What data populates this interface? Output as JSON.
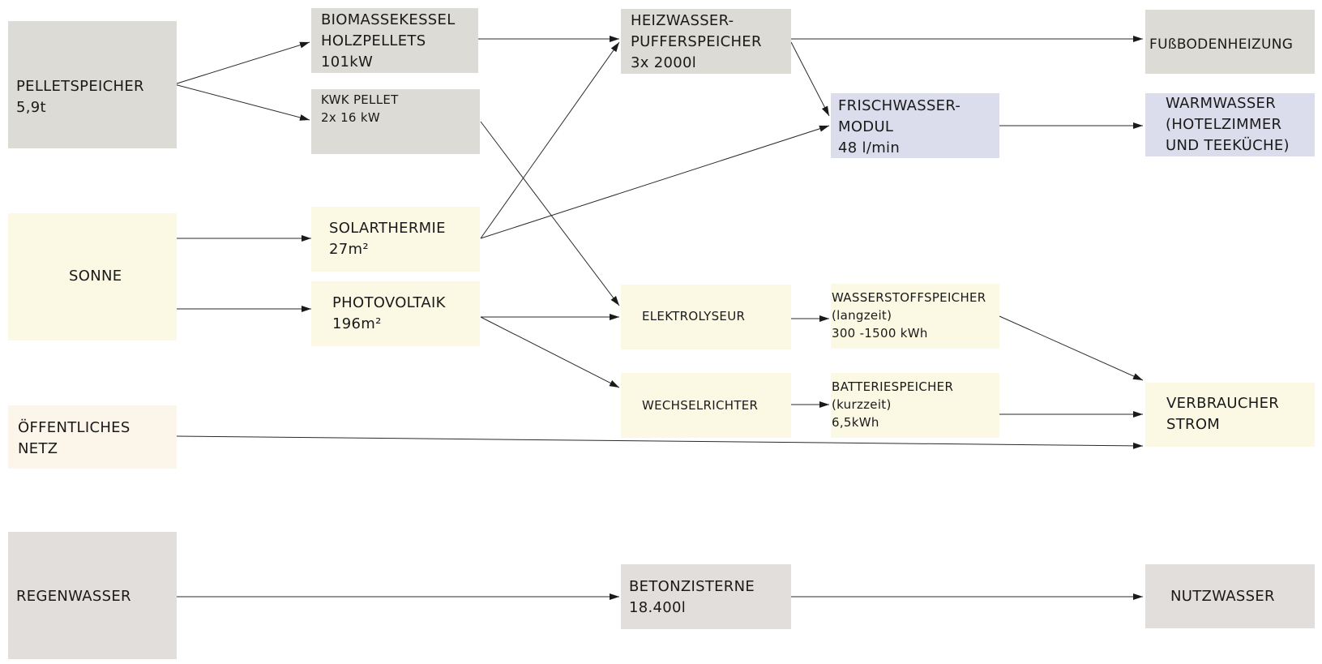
{
  "nodes": {
    "pelletspeicher": {
      "lines": [
        "PELLETSPEICHER",
        "5,9t"
      ]
    },
    "biomassekessel": {
      "lines": [
        "BIOMASSEKESSEL",
        "HOLZPELLETS",
        "101kW"
      ]
    },
    "kwk_pellet": {
      "lines": [
        "KWK PELLET",
        "2x 16 kW"
      ]
    },
    "pufferspeicher": {
      "lines": [
        "HEIZWASSER-",
        "PUFFERSPEICHER",
        "3x 2000l"
      ]
    },
    "fussbodenheizung": {
      "lines": [
        "FUßBODENHEIZUNG"
      ]
    },
    "frischwassermodul": {
      "lines": [
        "FRISCHWASSER-",
        "MODUL",
        "48 l/min"
      ]
    },
    "warmwasser": {
      "lines": [
        "WARMWASSER",
        "(HOTELZIMMER",
        "UND TEEKÜCHE)"
      ]
    },
    "sonne": {
      "lines": [
        "SONNE"
      ]
    },
    "solarthermie": {
      "lines": [
        "SOLARTHERMIE",
        "27m²"
      ]
    },
    "photovoltaik": {
      "lines": [
        "PHOTOVOLTAIK",
        "196m²"
      ]
    },
    "elektrolyseur": {
      "lines": [
        "ELEKTROLYSEUR"
      ]
    },
    "wasserstoffspeicher": {
      "lines": [
        "WASSERSTOFFSPEICHER",
        "(langzeit)",
        "300 -1500 kWh"
      ]
    },
    "wechselrichter": {
      "lines": [
        "WECHSELRICHTER"
      ]
    },
    "batteriespeicher": {
      "lines": [
        "BATTERIESPEICHER",
        "(kurzzeit)",
        "6,5kWh"
      ]
    },
    "verbraucher_strom": {
      "lines": [
        "VERBRAUCHER",
        "STROM"
      ]
    },
    "oeffentliches_netz": {
      "lines": [
        "ÖFFENTLICHES",
        "NETZ"
      ]
    },
    "regenwasser": {
      "lines": [
        "REGENWASSER"
      ]
    },
    "betonzisterne": {
      "lines": [
        "BETONZISTERNE",
        "18.400l"
      ]
    },
    "nutzwasser": {
      "lines": [
        "NUTZWASSER"
      ]
    }
  },
  "colors": {
    "wood": "#dcdbd6",
    "solar": "#fbf9e4",
    "water_module": "#dcddec",
    "grid": "#fcf6ea",
    "rain": "#e1dedb",
    "arrow": "#2a2a2a"
  },
  "connections": [
    {
      "from": "pelletspeicher",
      "to": "biomassekessel"
    },
    {
      "from": "pelletspeicher",
      "to": "kwk_pellet"
    },
    {
      "from": "biomassekessel",
      "to": "pufferspeicher"
    },
    {
      "from": "pufferspeicher",
      "to": "fussbodenheizung"
    },
    {
      "from": "pufferspeicher",
      "to": "frischwassermodul"
    },
    {
      "from": "frischwassermodul",
      "to": "warmwasser"
    },
    {
      "from": "kwk_pellet",
      "to": "elektrolyseur"
    },
    {
      "from": "sonne",
      "to": "solarthermie"
    },
    {
      "from": "sonne",
      "to": "photovoltaik"
    },
    {
      "from": "solarthermie",
      "to": "pufferspeicher"
    },
    {
      "from": "solarthermie",
      "to": "frischwassermodul"
    },
    {
      "from": "photovoltaik",
      "to": "elektrolyseur"
    },
    {
      "from": "photovoltaik",
      "to": "wechselrichter"
    },
    {
      "from": "elektrolyseur",
      "to": "wasserstoffspeicher"
    },
    {
      "from": "wechselrichter",
      "to": "batteriespeicher"
    },
    {
      "from": "wasserstoffspeicher",
      "to": "verbraucher_strom"
    },
    {
      "from": "batteriespeicher",
      "to": "verbraucher_strom"
    },
    {
      "from": "oeffentliches_netz",
      "to": "verbraucher_strom"
    },
    {
      "from": "regenwasser",
      "to": "betonzisterne"
    },
    {
      "from": "betonzisterne",
      "to": "nutzwasser"
    }
  ]
}
